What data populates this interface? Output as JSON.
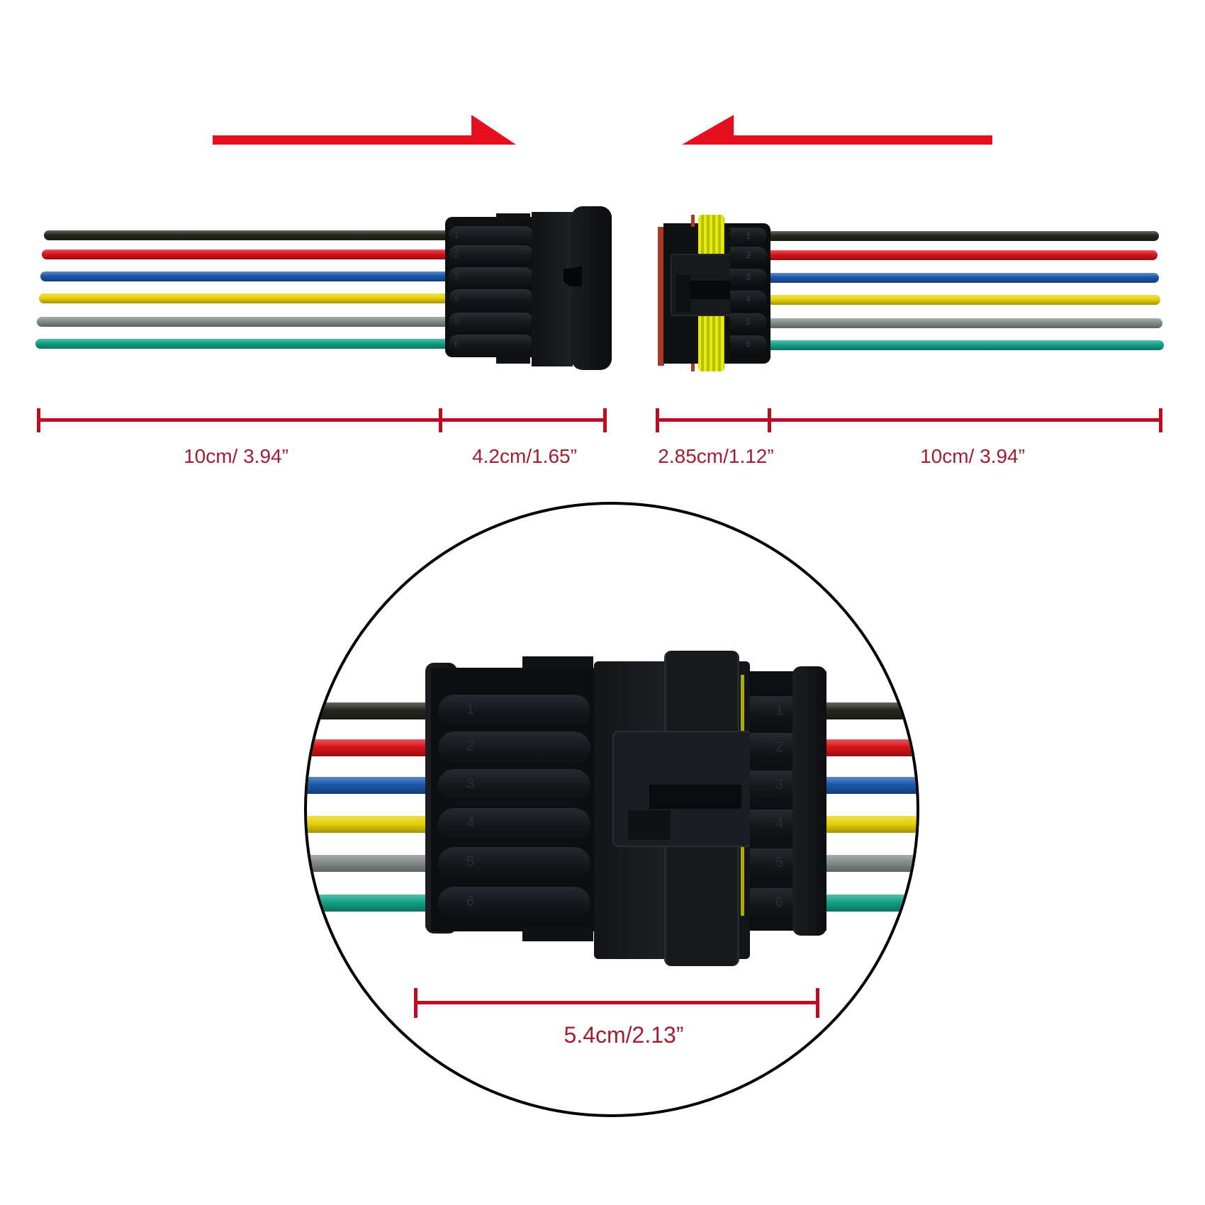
{
  "colors": {
    "arrow_red": "#e60f1e",
    "dim_line_red": "#c00b24",
    "dim_text_red": "#a21d31",
    "seal_yellow": "#e6ec09",
    "seal_red": "#a83b28",
    "connector_black": "#121417",
    "wire_black": "#25261e",
    "wire_red": "#d9121a",
    "wire_blue": "#1b57ac",
    "wire_yellow": "#e7d106",
    "wire_gray": "#828c89",
    "wire_green": "#12a188"
  },
  "measurements": {
    "left_wire": "10cm/ 3.94”",
    "male_connector": "4.2cm/1.65”",
    "female_connector": "2.85cm/1.12”",
    "right_wire": "10cm/ 3.94”",
    "mated_connector": "5.4cm/2.13”"
  },
  "pins": [
    "1",
    "2",
    "3",
    "4",
    "5",
    "6"
  ],
  "wires": [
    {
      "name": "black"
    },
    {
      "name": "red"
    },
    {
      "name": "blue"
    },
    {
      "name": "yellow"
    },
    {
      "name": "gray"
    },
    {
      "name": "green"
    }
  ]
}
